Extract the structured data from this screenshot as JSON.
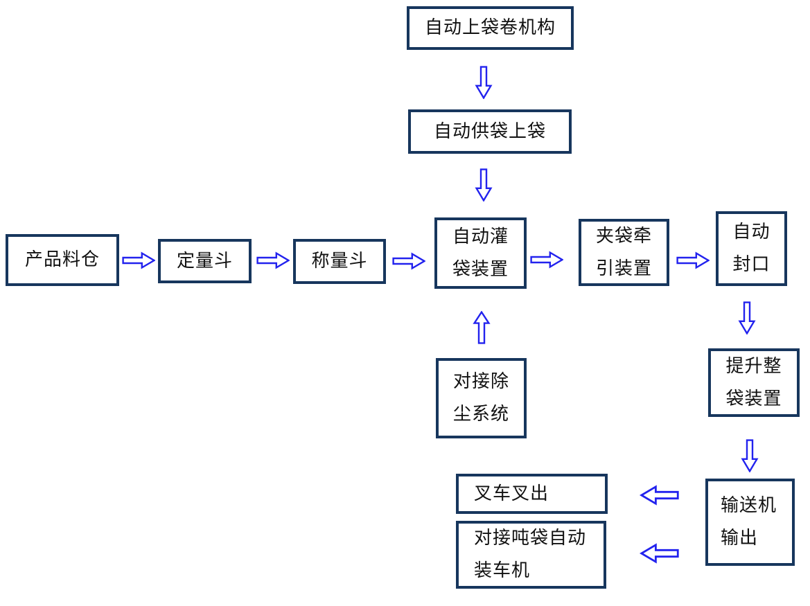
{
  "diagram": {
    "description": "packaging-line-process-flowchart",
    "colors": {
      "box_border": "#17365D",
      "arrow_blue": "#2222EE",
      "text": "#111111",
      "background": "#FFFFFF"
    },
    "nodes": {
      "bag_roll": {
        "label": "自动上袋卷机构"
      },
      "bag_supply": {
        "label": "自动供袋上袋"
      },
      "silo": {
        "label": "产品料仓"
      },
      "dosing": {
        "label": "定量斗"
      },
      "weighing": {
        "label": "称量斗"
      },
      "filling": {
        "label": "自动灌袋装置"
      },
      "clamping": {
        "label": "夹袋牵引装置"
      },
      "sealing": {
        "label": "自动封口"
      },
      "dust": {
        "label": "对接除尘系统"
      },
      "lifting": {
        "label": "提升整袋装置"
      },
      "conveyor": {
        "label": "输送机输出"
      },
      "forklift": {
        "label": "叉车叉出"
      },
      "loader": {
        "label": "对接吨袋自动装车机"
      }
    }
  }
}
